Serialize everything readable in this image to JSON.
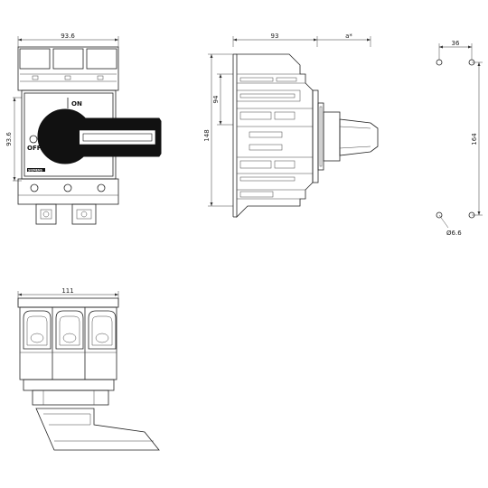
{
  "front_view": {
    "dim_width": "93.6",
    "dim_height": "93.6",
    "label_on": "ON",
    "label_off": "OFF",
    "brand": "SIEMENS"
  },
  "side_view": {
    "dim_depth": "93",
    "dim_extra": "a*",
    "dim_upper": "94",
    "dim_total": "148"
  },
  "hole_pattern": {
    "dim_spacing": "36",
    "dim_vertical": "164",
    "dim_hole": "Ø6.6"
  },
  "bottom_view": {
    "dim_width": "111"
  }
}
